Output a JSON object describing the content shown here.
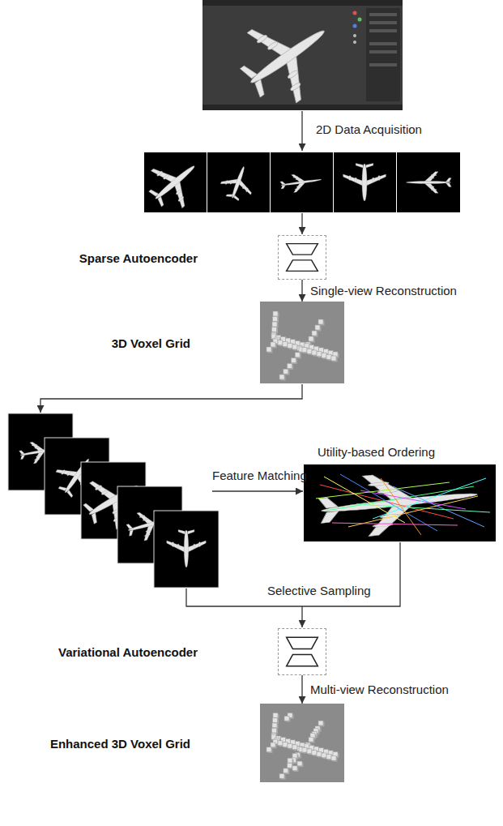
{
  "diagram": {
    "nodes": [
      {
        "text": [
          "Sparse Autoencoder"
        ]
      },
      {
        "text": [
          "3D Voxel Grid"
        ]
      },
      {
        "text": [
          "Variational Autoencoder"
        ]
      },
      {
        "text": [
          "Enhanced 3D Voxel Grid"
        ]
      }
    ],
    "edges": [
      {
        "from": 0,
        "to": 1,
        "arrow": "to",
        "label": "Single-view Reconstruction"
      },
      {
        "from": 2,
        "to": 3,
        "arrow": "to",
        "label": "Multi-view Reconstruction"
      }
    ],
    "labels": [
      "2D Data Acquisition",
      "Utility-based Ordering",
      "Feature Matching",
      "Selective Sampling"
    ]
  }
}
